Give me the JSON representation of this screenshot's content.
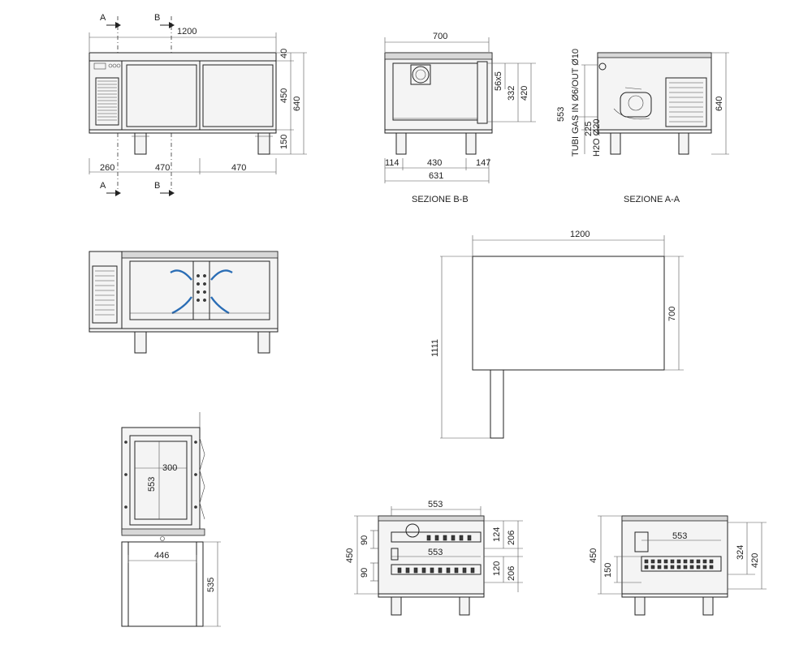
{
  "sections": {
    "view_a": "SEZIONE B-B",
    "view_b": "SEZIONE A-A",
    "marker_a": "A",
    "marker_b": "B"
  },
  "front_view": {
    "width": "1200",
    "top_height": "40",
    "body_height": "450",
    "total_height": "640",
    "leg_height": "150",
    "seg_left": "260",
    "seg_mid": "470",
    "seg_right": "470"
  },
  "section_bb": {
    "depth": "700",
    "label_56x5": "56x5",
    "label_332": "332",
    "label_420": "420",
    "left_114": "114",
    "mid_430": "430",
    "right_147": "147",
    "total_631": "631"
  },
  "section_aa": {
    "height_640": "640",
    "label_553": "553",
    "gas_pipes": "TUBI GAS IN Ø6/OUT Ø10",
    "label_225": "225",
    "h2o": "H2O Ø20"
  },
  "top_plan": {
    "width": "1200",
    "depth": "700",
    "total": "1111"
  },
  "drawer_view": {
    "label_300": "300",
    "label_553": "553",
    "label_446": "446",
    "label_535": "535"
  },
  "tray_view_1": {
    "top_553": "553",
    "mid_553": "553",
    "left_450": "450",
    "left_90_top": "90",
    "left_90_bottom": "90",
    "right_124": "124",
    "right_206_top": "206",
    "right_120": "120",
    "right_206_bottom": "206"
  },
  "tray_view_2": {
    "label_553": "553",
    "left_450": "450",
    "left_150": "150",
    "right_324": "324",
    "right_420": "420"
  }
}
